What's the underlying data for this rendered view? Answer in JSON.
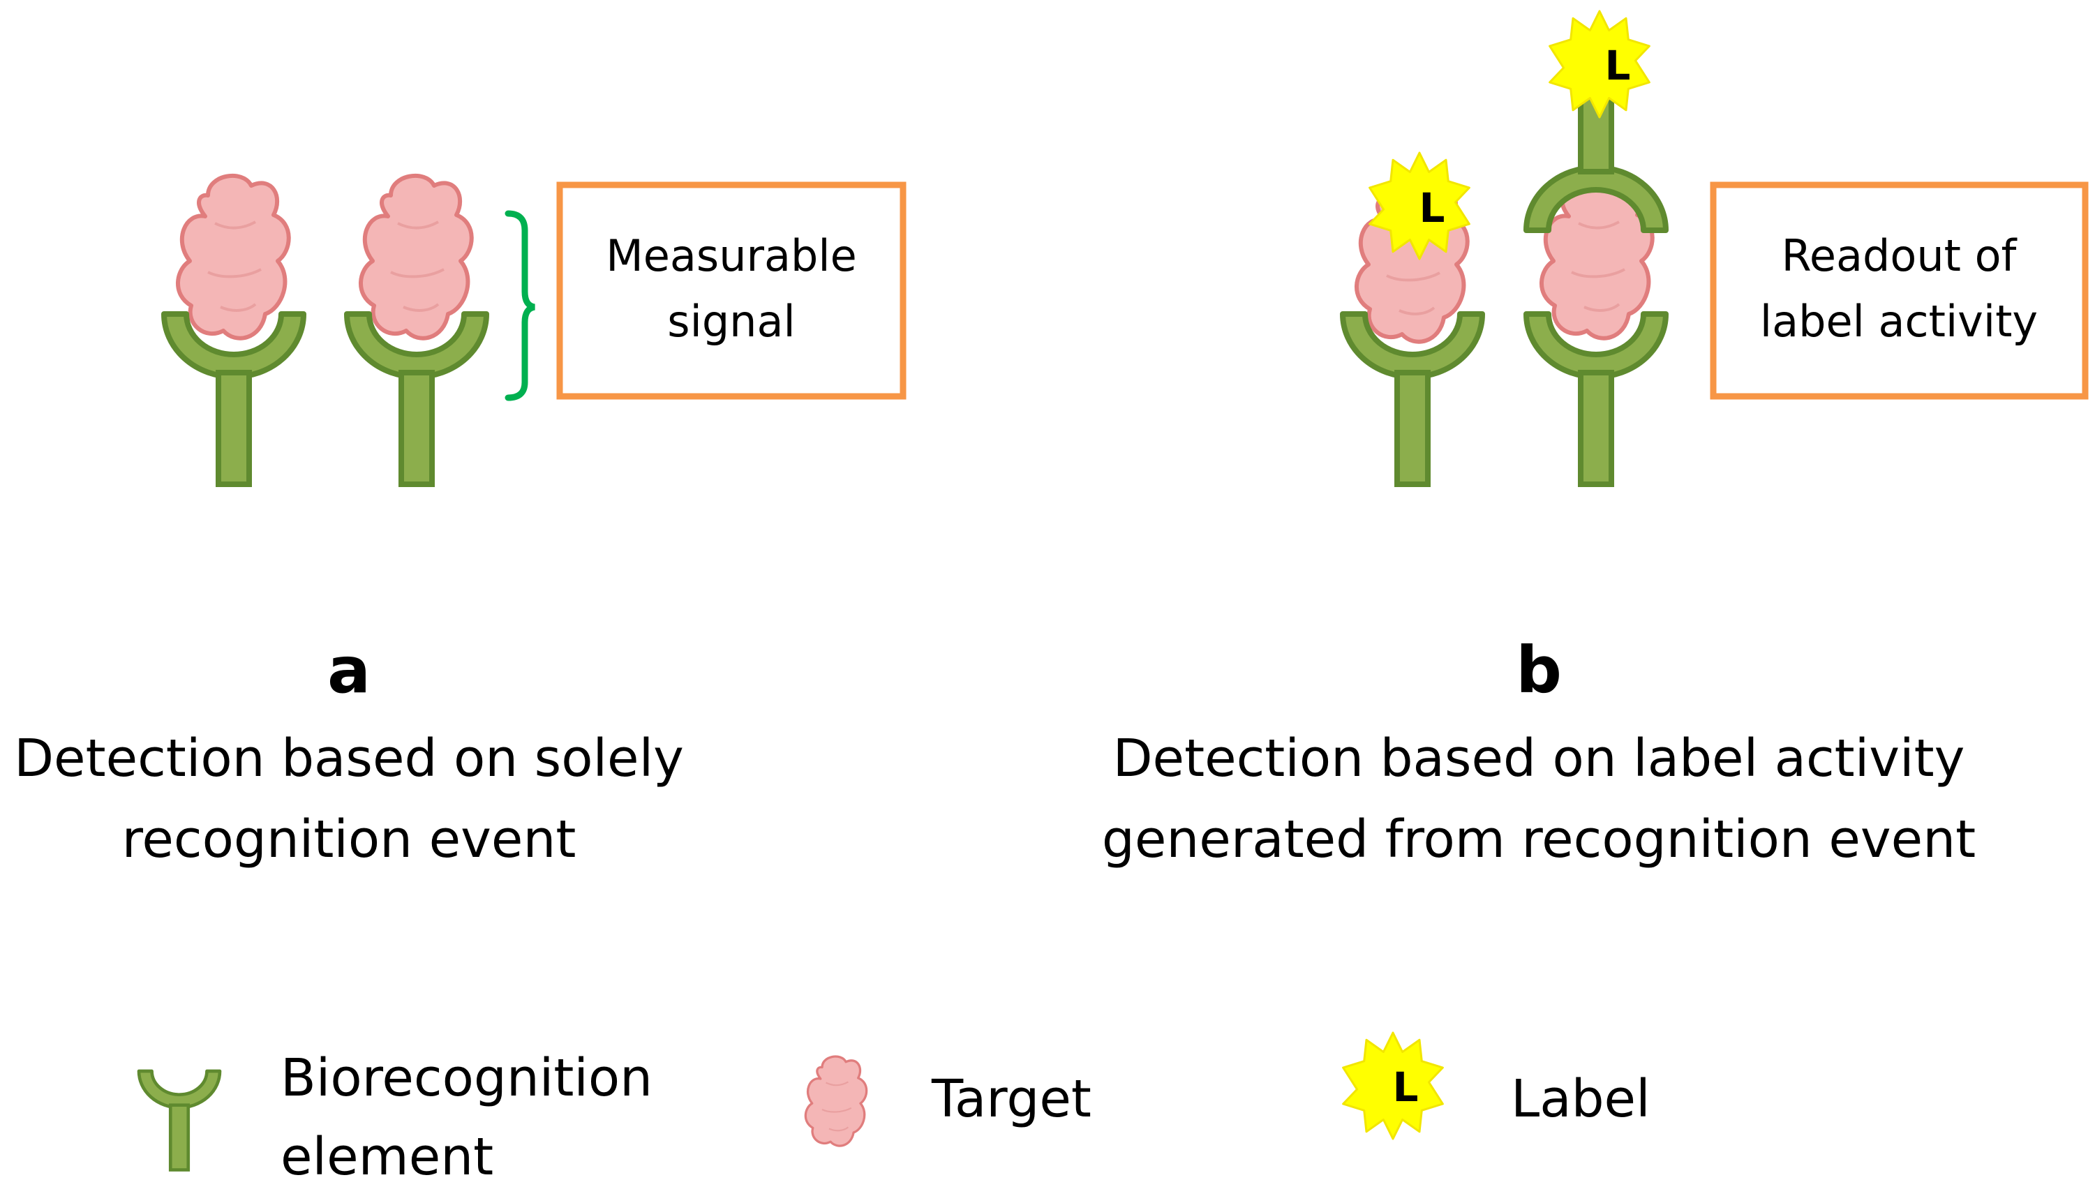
{
  "panel_a": {
    "box_line1": "Measurable",
    "box_line2": "signal",
    "letter": "a",
    "caption_line1": "Detection based on solely",
    "caption_line2": "recognition event"
  },
  "panel_b": {
    "box_line1": "Readout of",
    "box_line2": "label activity",
    "letter": "b",
    "caption_line1": "Detection based on label activity",
    "caption_line2": "generated from recognition event"
  },
  "label_letter": "L",
  "legend": {
    "bio_line1": "Biorecognition",
    "bio_line2": "element",
    "target": "Target",
    "label": "Label"
  },
  "colors": {
    "receptor_fill": "#8cae4c",
    "receptor_stroke": "#5f8a2f",
    "target_fill": "#f4b6b6",
    "target_stroke": "#e07d7d",
    "label_star": "#ffff00",
    "box_border": "#f79646",
    "brace": "#00b050"
  }
}
